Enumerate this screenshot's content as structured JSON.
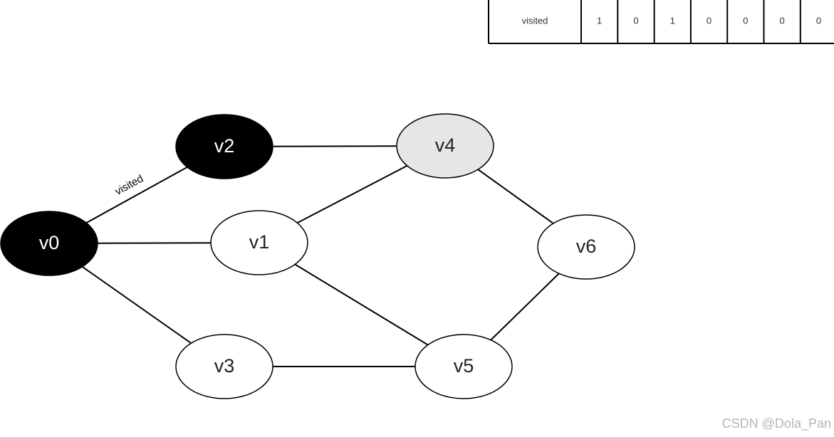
{
  "table": {
    "row_label": "visited",
    "cells": [
      "1",
      "0",
      "1",
      "0",
      "0",
      "0",
      "0"
    ]
  },
  "graph": {
    "nodes": [
      {
        "id": "v0",
        "label": "v0",
        "state": "visited"
      },
      {
        "id": "v1",
        "label": "v1",
        "state": "unvisited"
      },
      {
        "id": "v2",
        "label": "v2",
        "state": "visited"
      },
      {
        "id": "v3",
        "label": "v3",
        "state": "unvisited"
      },
      {
        "id": "v4",
        "label": "v4",
        "state": "current"
      },
      {
        "id": "v5",
        "label": "v5",
        "state": "unvisited"
      },
      {
        "id": "v6",
        "label": "v6",
        "state": "unvisited"
      }
    ],
    "edges": [
      {
        "from": "v0",
        "to": "v2",
        "label": "visited"
      },
      {
        "from": "v0",
        "to": "v1",
        "label": ""
      },
      {
        "from": "v0",
        "to": "v3",
        "label": ""
      },
      {
        "from": "v2",
        "to": "v4",
        "label": ""
      },
      {
        "from": "v1",
        "to": "v4",
        "label": ""
      },
      {
        "from": "v1",
        "to": "v5",
        "label": ""
      },
      {
        "from": "v3",
        "to": "v5",
        "label": ""
      },
      {
        "from": "v4",
        "to": "v6",
        "label": ""
      },
      {
        "from": "v5",
        "to": "v6",
        "label": ""
      }
    ]
  },
  "colors": {
    "visited_fill": "#000000",
    "visited_text": "#ffffff",
    "current_fill": "#e6e6e6",
    "unvisited_fill": "#ffffff",
    "node_text": "#222222",
    "stroke": "#000000"
  },
  "watermark": "CSDN @Dola_Pan"
}
